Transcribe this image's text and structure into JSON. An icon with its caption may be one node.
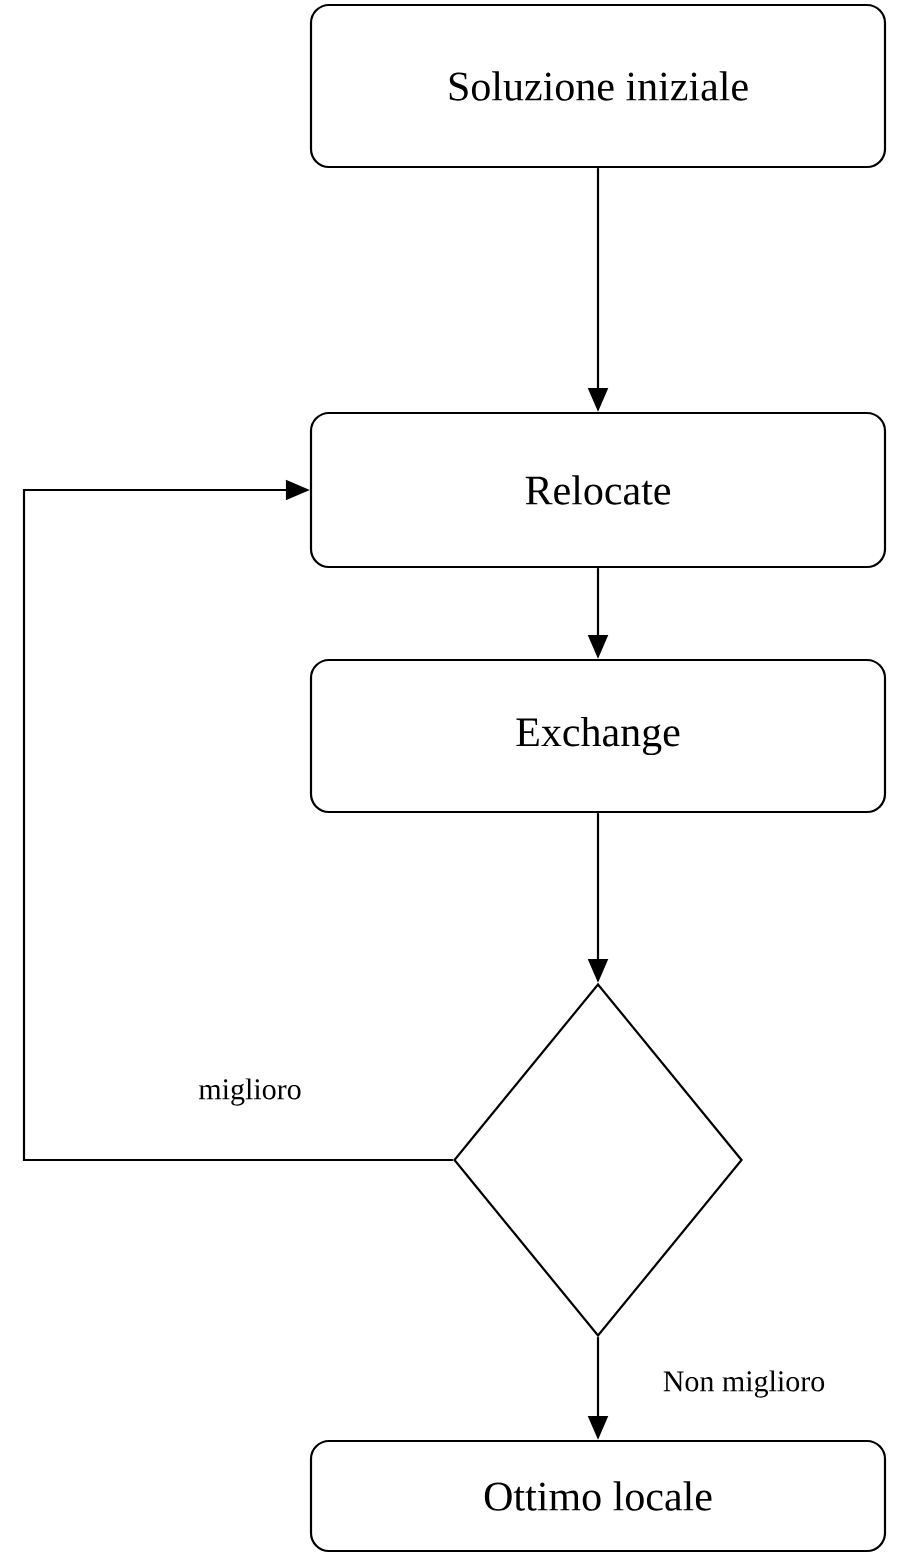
{
  "diagram": {
    "nodes": [
      {
        "text": [
          "Soluzione iniziale"
        ]
      },
      {
        "text": [
          "Relocate"
        ]
      },
      {
        "text": [
          "Exchange"
        ]
      },
      {
        "text": [],
        "shape": "diamond"
      },
      {
        "text": [
          "Ottimo locale"
        ]
      }
    ],
    "edges": [
      {
        "from": 0,
        "to": 1,
        "arrow": "to"
      },
      {
        "from": 1,
        "to": 2,
        "arrow": "to"
      },
      {
        "from": 2,
        "to": 3,
        "arrow": "to"
      },
      {
        "from": 3,
        "to": 1,
        "arrow": "to",
        "label": "miglioro"
      },
      {
        "from": 3,
        "to": 4,
        "arrow": "to",
        "label": "Non miglioro"
      }
    ]
  }
}
